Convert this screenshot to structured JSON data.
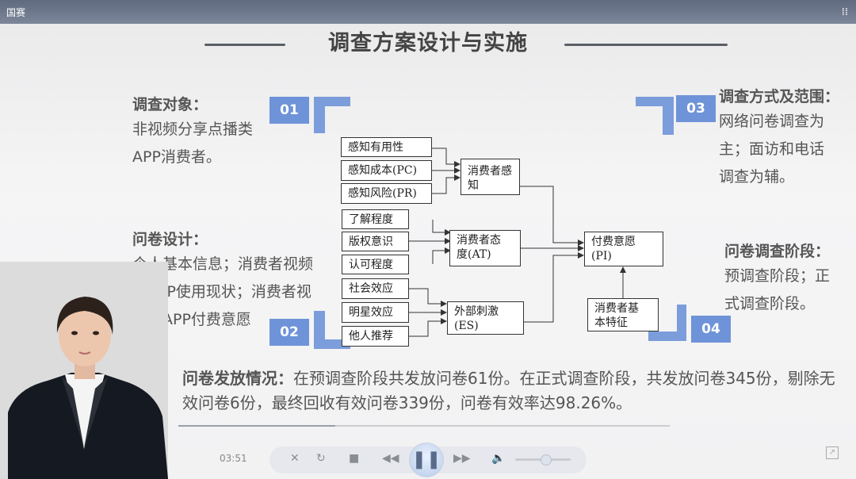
{
  "window": {
    "label": "国赛",
    "grid_icon": "grid-icon"
  },
  "title": "调查方案设计与实施",
  "badges": [
    "01",
    "02",
    "03",
    "04"
  ],
  "sections": {
    "target": {
      "title": "调查对象：",
      "lines": [
        "非视频分享点播类",
        "APP消费者。"
      ]
    },
    "questionnaire": {
      "title": "问卷设计：",
      "lines": [
        "个人基本信息；消费者视频",
        "类APP使用现状；消费者视",
        "频类APP付费意愿"
      ]
    },
    "method": {
      "title": "调查方式及范围：",
      "lines": [
        "网络问卷调查为",
        "主；面访和电话",
        "调查为辅。"
      ]
    },
    "stages": {
      "title": "问卷调查阶段：",
      "lines": [
        "预调查阶段；正",
        "式调查阶段。"
      ]
    }
  },
  "model": {
    "perception_factors": [
      "感知有用性",
      "感知成本(PC)",
      "感知风险(PR)"
    ],
    "attitude_factors": [
      "了解程度",
      "版权意识",
      "认可程度"
    ],
    "stimulus_factors": [
      "社会效应",
      "明星效应",
      "他人推荐"
    ],
    "perception": "消费者感知",
    "attitude": [
      "消费者态",
      "度(AT)"
    ],
    "stimulus": [
      "外部刺激",
      "(ES)"
    ],
    "basic": [
      "消费者基",
      "本特征"
    ],
    "intention": [
      "付费意愿",
      "(PI)"
    ]
  },
  "distribution": {
    "label": "问卷发放情况：",
    "text": "在预调查阶段共发放问卷61份。在正式调查阶段，共发放问卷345份，剔除无效问卷6份，最终回收有效问卷339份，问卷有效率达98.26%。"
  },
  "player": {
    "time": "03:51",
    "progress": 0.32,
    "volume": 0.5
  },
  "colors": {
    "accent": "#6f93d8",
    "topbar": "#6b7489"
  }
}
